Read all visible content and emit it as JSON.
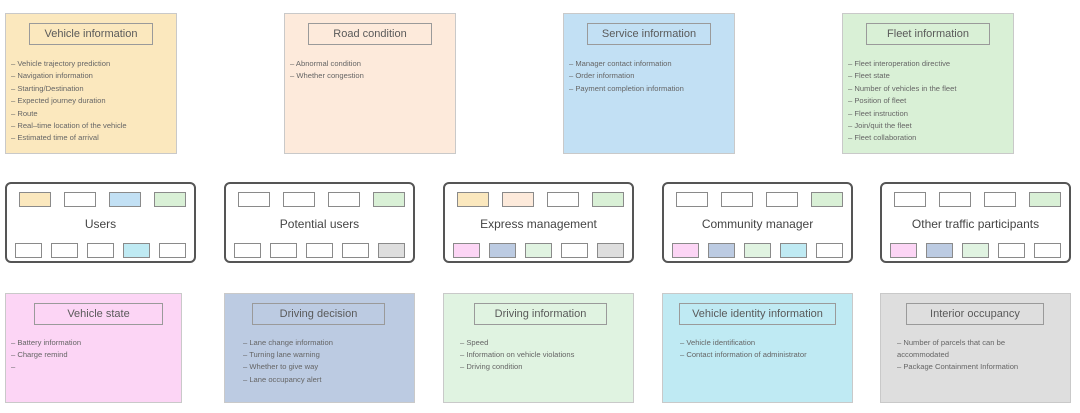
{
  "colors": {
    "yellow": "#fbe8be",
    "peach": "#fdeadb",
    "blue": "#c2e0f4",
    "green": "#d9f0d6",
    "pink": "#fcd5f5",
    "slate": "#bccbe2",
    "mint": "#e0f3e1",
    "cyan": "#bfeaf3",
    "gray": "#dedede",
    "white": "#ffffff"
  },
  "top_cards": [
    {
      "title": "Vehicle information",
      "color": "yellow",
      "items": [
        "– Vehicle trajectory prediction",
        "– Navigation information",
        "– Starting/Destination",
        "– Expected journey duration",
        "– Route",
        "– Real–time location of the vehicle",
        "– Estimated time of arrival"
      ]
    },
    {
      "title": "Road condition",
      "color": "peach",
      "items": [
        "– Abnormal condition",
        "– Whether congestion"
      ]
    },
    {
      "title": "Service information",
      "color": "blue",
      "items": [
        "– Manager contact information",
        "– Order information",
        "– Payment completion information"
      ]
    },
    {
      "title": "Fleet information",
      "color": "green",
      "items": [
        "– Fleet interoperation directive",
        "– Fleet state",
        "– Number of vehicles in the fleet",
        "– Position of fleet",
        "– Fleet instruction",
        "– Join/quit the fleet",
        "– Fleet collaboration"
      ]
    }
  ],
  "users": [
    {
      "label": "Users",
      "top": [
        "yellow",
        "white",
        "blue",
        "green"
      ],
      "bottom": [
        "white",
        "white",
        "white",
        "cyan",
        "white"
      ]
    },
    {
      "label": "Potential users",
      "top": [
        "white",
        "white",
        "white",
        "green"
      ],
      "bottom": [
        "white",
        "white",
        "white",
        "white",
        "gray"
      ]
    },
    {
      "label": "Express management",
      "top": [
        "yellow",
        "peach",
        "white",
        "green"
      ],
      "bottom": [
        "pink",
        "slate",
        "mint",
        "white",
        "gray"
      ]
    },
    {
      "label": "Community manager",
      "top": [
        "white",
        "white",
        "white",
        "green"
      ],
      "bottom": [
        "pink",
        "slate",
        "mint",
        "cyan",
        "white"
      ]
    },
    {
      "label": "Other traffic participants",
      "top": [
        "white",
        "white",
        "white",
        "green"
      ],
      "bottom": [
        "pink",
        "slate",
        "mint",
        "white",
        "white"
      ]
    }
  ],
  "bottom_cards": [
    {
      "title": "Vehicle state",
      "color": "pink",
      "items": [
        "– Battery information",
        "– Charge remind",
        "–"
      ]
    },
    {
      "title": "Driving decision",
      "color": "slate",
      "items": [
        "– Lane change information",
        "– Turning lane warning",
        "– Whether to give way",
        "– Lane occupancy alert"
      ]
    },
    {
      "title": "Driving information",
      "color": "mint",
      "items": [
        "– Speed",
        "– Information on vehicle violations",
        "– Driving condition"
      ]
    },
    {
      "title": "Vehicle identity information",
      "color": "cyan",
      "items": [
        "– Vehicle identification",
        "– Contact information of administrator"
      ]
    },
    {
      "title": "Interior occupancy",
      "color": "gray",
      "items": [
        "– Number of parcels that can be accommodated",
        "– Package Containment Information"
      ]
    }
  ]
}
